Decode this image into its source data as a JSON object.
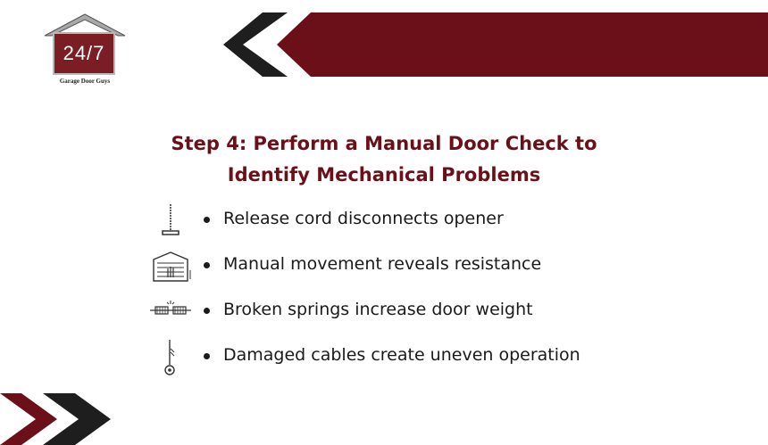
{
  "brand": {
    "logo_text": "24/7",
    "logo_caption": "Garage Door Guys"
  },
  "colors": {
    "accent": "#6b1018",
    "dark": "#1e1e1e"
  },
  "title": {
    "line1": "Step 4: Perform a Manual Door Check to",
    "line2": "Identify Mechanical Problems"
  },
  "items": [
    {
      "icon": "release-cord-icon",
      "text": "Release cord disconnects opener"
    },
    {
      "icon": "garage-door-hand-icon",
      "text": "Manual movement reveals resistance"
    },
    {
      "icon": "spring-icon",
      "text": "Broken springs increase door weight"
    },
    {
      "icon": "cable-pulley-icon",
      "text": "Damaged cables create uneven operation"
    }
  ]
}
